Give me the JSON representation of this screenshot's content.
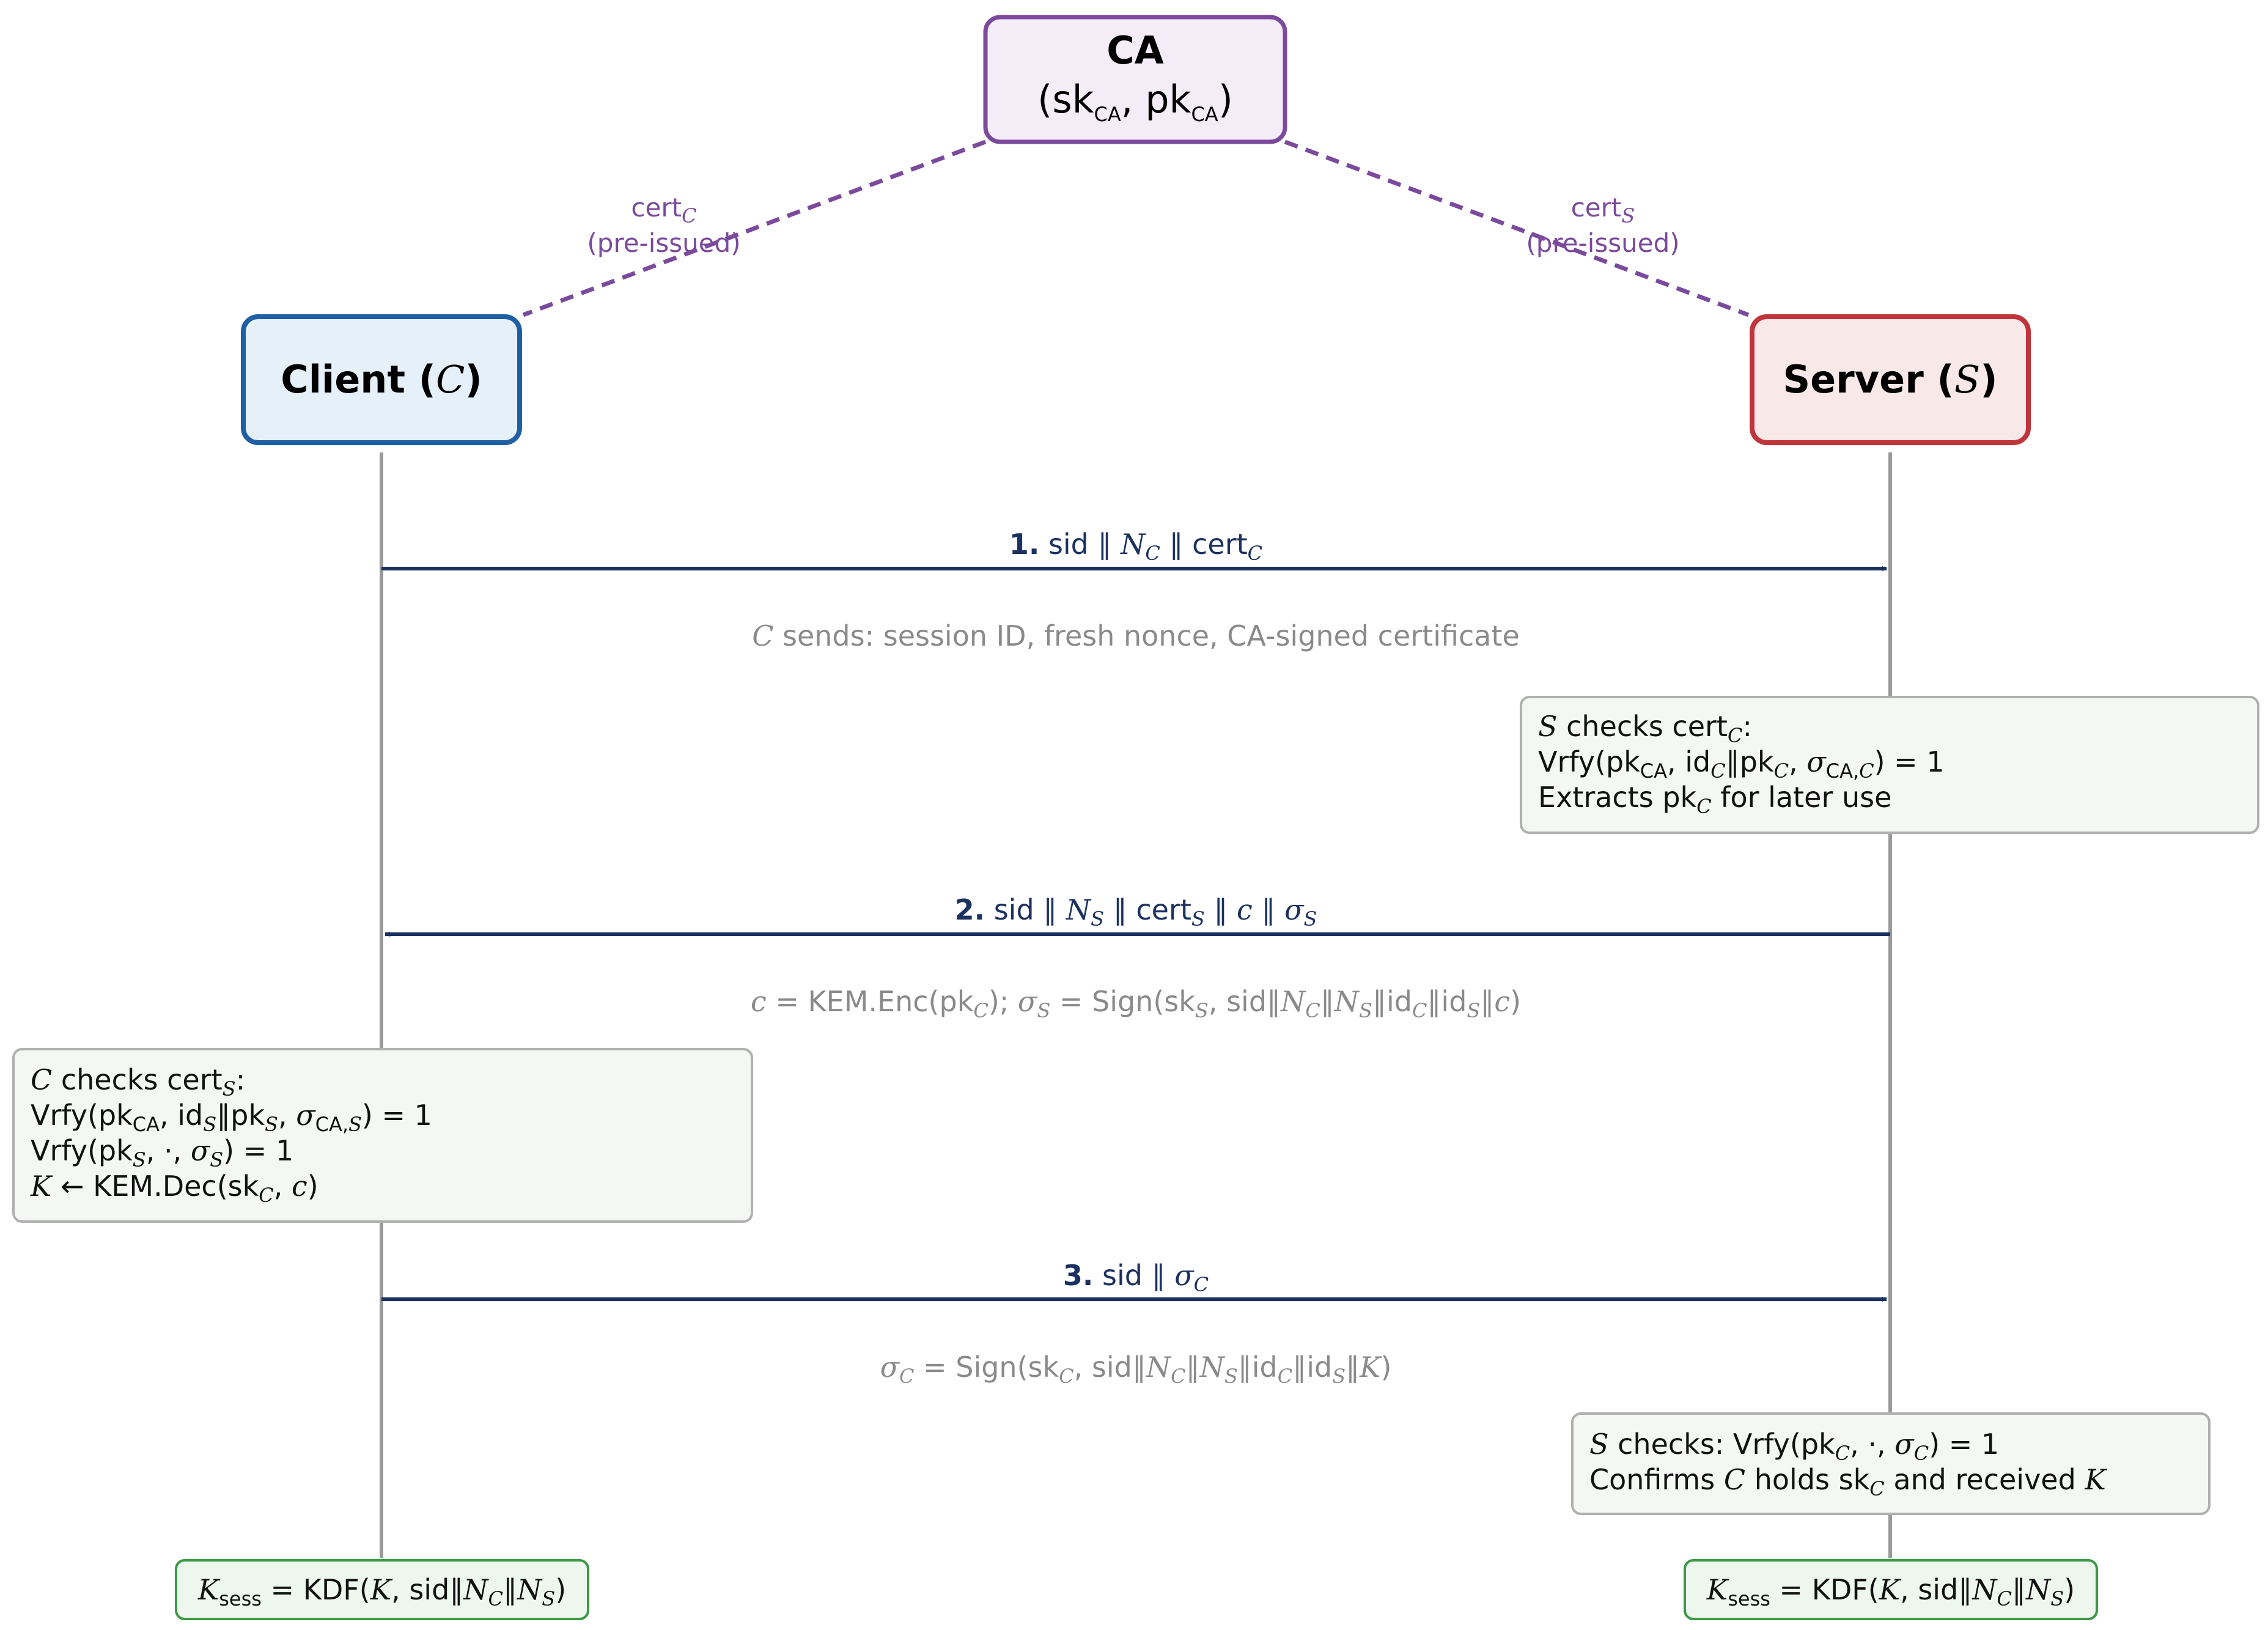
{
  "colors": {
    "ca_stroke": "#7b4a9c",
    "ca_fill": "#f4ecf6",
    "client_stroke": "#1f5fa3",
    "client_fill": "#e6f0f9",
    "server_stroke": "#c0343b",
    "server_fill": "#f8e8e8",
    "message": "#1b3160",
    "lifeline": "#9a9a9a",
    "note": "#8a8a8a",
    "check_fill": "#f4f7f4",
    "check_stroke": "#b0b0b0",
    "key_fill": "#eef7ee",
    "key_stroke": "#3a9a45"
  },
  "ca": {
    "title": "CA",
    "sk": "sk",
    "pk": "pk",
    "sub": "CA"
  },
  "client": {
    "title": "Client",
    "symbol": "C"
  },
  "server": {
    "title": "Server",
    "symbol": "S"
  },
  "cert_left": {
    "cert": "cert",
    "sub": "C",
    "line2": "(pre-issued)"
  },
  "cert_right": {
    "cert": "cert",
    "sub": "S",
    "line2": "(pre-issued)"
  },
  "msg1": {
    "num": "1.",
    "sid": "sid",
    "N": "N",
    "subC": "C",
    "cert": "cert",
    "note": "sends: session ID, fresh nonce, CA-signed certificate",
    "note_sym": "C"
  },
  "msg2": {
    "num": "2.",
    "sid": "sid",
    "N": "N",
    "subS": "S",
    "cert": "cert",
    "c": "c",
    "sigma": "σ"
  },
  "msg2_note": {
    "c": "c",
    "enc": "KEM.Enc(pk",
    "sigma": "σ",
    "sign": "Sign(sk",
    "sid": "sid",
    "id": "id"
  },
  "msg3": {
    "num": "3.",
    "sid": "sid",
    "sigma": "σ"
  },
  "msg3_note": {
    "sigma": "σ",
    "sign": "Sign(sk",
    "sid": "sid",
    "id": "id",
    "K": "K"
  },
  "server_check1": {
    "line1": "checks cert",
    "line2_vrfy": "Vrfy(pk",
    "line3": "Extracts pk",
    "line3_tail": "for later use"
  },
  "client_check": {
    "line1": "checks cert",
    "vrfy": "Vrfy(pk",
    "dec": "KEM.Dec(sk",
    "K": "K"
  },
  "server_check2": {
    "line1": "checks:  Vrfy(pk",
    "line2a": "Confirms",
    "line2b": "holds sk",
    "line2c": "and received"
  },
  "key_left": {
    "K": "K",
    "sess": "sess",
    "kdf": "KDF(",
    "sid": "sid"
  },
  "key_right": {
    "K": "K",
    "sess": "sess",
    "kdf": "KDF(",
    "sid": "sid"
  }
}
